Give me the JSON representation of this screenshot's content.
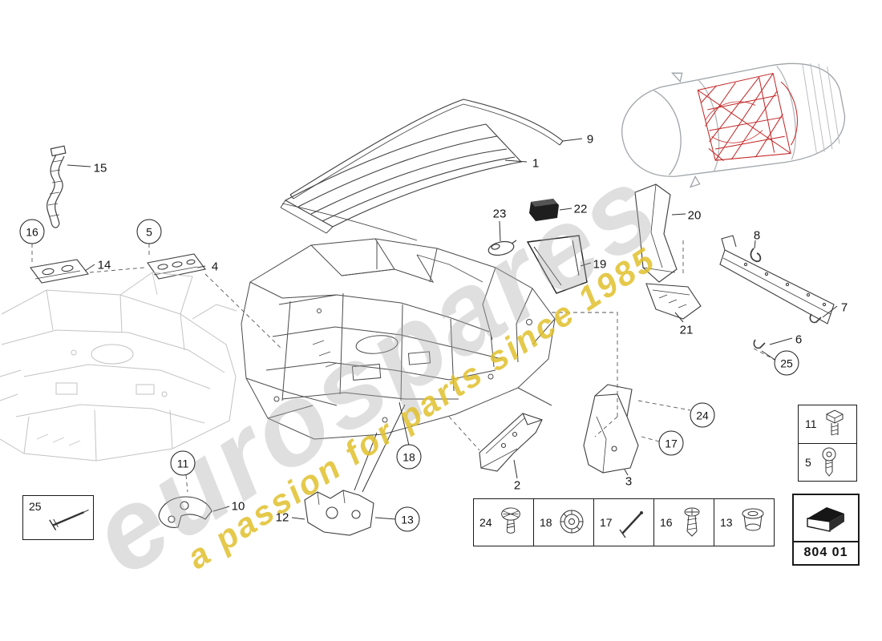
{
  "watermark": {
    "brand": "eurospares",
    "tagline": "a passion for parts since 1985"
  },
  "code": "804 01",
  "colors": {
    "highlight_red": "#c22222",
    "watermark_yellow": "#e1bf2c",
    "line_dark": "#4b4b4b",
    "line_faint": "#c3c3c3"
  },
  "callouts": [
    {
      "label": "15",
      "circled": false
    },
    {
      "label": "16",
      "circled": true
    },
    {
      "label": "14",
      "circled": false
    },
    {
      "label": "5",
      "circled": true
    },
    {
      "label": "4",
      "circled": false
    },
    {
      "label": "1",
      "circled": false
    },
    {
      "label": "9",
      "circled": false
    },
    {
      "label": "23",
      "circled": false
    },
    {
      "label": "22",
      "circled": false
    },
    {
      "label": "19",
      "circled": false
    },
    {
      "label": "20",
      "circled": false
    },
    {
      "label": "21",
      "circled": false
    },
    {
      "label": "8",
      "circled": false
    },
    {
      "label": "7",
      "circled": false
    },
    {
      "label": "6",
      "circled": false
    },
    {
      "label": "25",
      "circled": true
    },
    {
      "label": "2",
      "circled": false
    },
    {
      "label": "3",
      "circled": false
    },
    {
      "label": "17",
      "circled": true
    },
    {
      "label": "24",
      "circled": true
    },
    {
      "label": "18",
      "circled": true
    },
    {
      "label": "11",
      "circled": true
    },
    {
      "label": "10",
      "circled": false
    },
    {
      "label": "12",
      "circled": false
    },
    {
      "label": "13",
      "circled": true
    }
  ],
  "legend_row": [
    {
      "number": "24",
      "icon": "grommet-icon"
    },
    {
      "number": "18",
      "icon": "plug-icon"
    },
    {
      "number": "17",
      "icon": "rivet-icon"
    },
    {
      "number": "16",
      "icon": "screw-icon"
    },
    {
      "number": "13",
      "icon": "sleeve-icon"
    }
  ],
  "side_legend": [
    {
      "number": "11",
      "icon": "bolt-icon"
    },
    {
      "number": "5",
      "icon": "torx-screw-icon"
    }
  ],
  "legend_left": {
    "number": "25",
    "icon": "rivet-pin-icon"
  }
}
